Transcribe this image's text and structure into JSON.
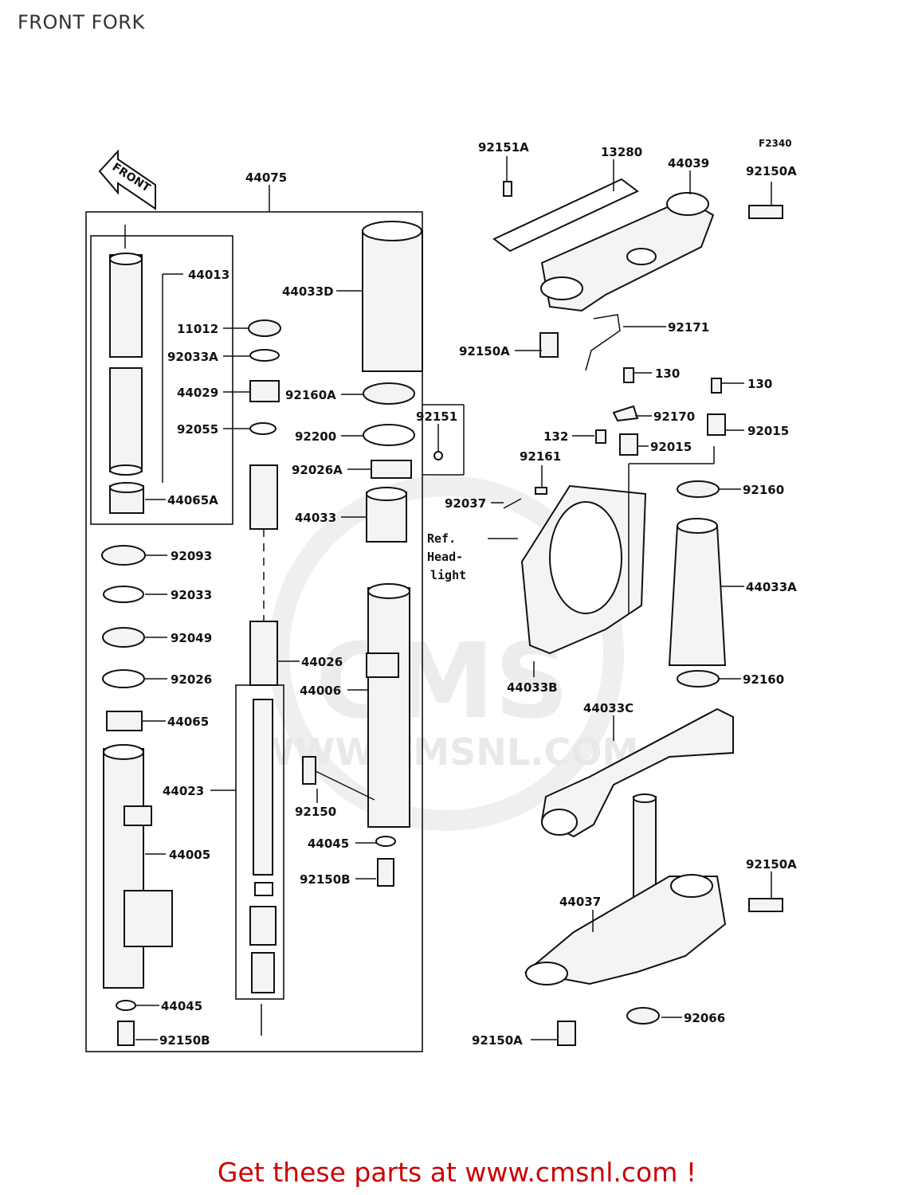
{
  "title": "FRONT FORK",
  "figure_code": "F2340",
  "front_arrow_label": "FRONT",
  "watermark": {
    "text": "WWW.CMSNL.COM",
    "logo": "CMS"
  },
  "ref_note": [
    "Ref.",
    "Head-",
    "light"
  ],
  "footer": "Get these parts at www.cmsnl.com !",
  "labels": {
    "p44075": "44075",
    "p44013": "44013",
    "p11012": "11012",
    "p92033A": "92033A",
    "p44029": "44029",
    "p92055": "92055",
    "p44065A": "44065A",
    "p92093": "92093",
    "p92033": "92033",
    "p92049": "92049",
    "p92026": "92026",
    "p44065": "44065",
    "p44023": "44023",
    "p44005": "44005",
    "p44045a": "44045",
    "p92150Ba": "92150B",
    "p44033D": "44033D",
    "p92160A": "92160A",
    "p92151": "92151",
    "p92200": "92200",
    "p92026A": "92026A",
    "p44033": "44033",
    "p44026": "44026",
    "p44006": "44006",
    "p92150": "92150",
    "p44045b": "44045",
    "p92150Bb": "92150B",
    "p92151A": "92151A",
    "p13280": "13280",
    "p44039": "44039",
    "p92150Aa": "92150A",
    "p92171": "92171",
    "p92150Ab": "92150A",
    "p130a": "130",
    "p130b": "130",
    "p92170": "92170",
    "p92015a": "92015",
    "p132": "132",
    "p92015b": "92015",
    "p92161": "92161",
    "p92037": "92037",
    "p92160a": "92160",
    "p44033A": "44033A",
    "p44033B": "44033B",
    "p92160b": "92160",
    "p44033C": "44033C",
    "p92150Ac": "92150A",
    "p44037": "44037",
    "p92066": "92066",
    "p92150Ad": "92150A"
  }
}
